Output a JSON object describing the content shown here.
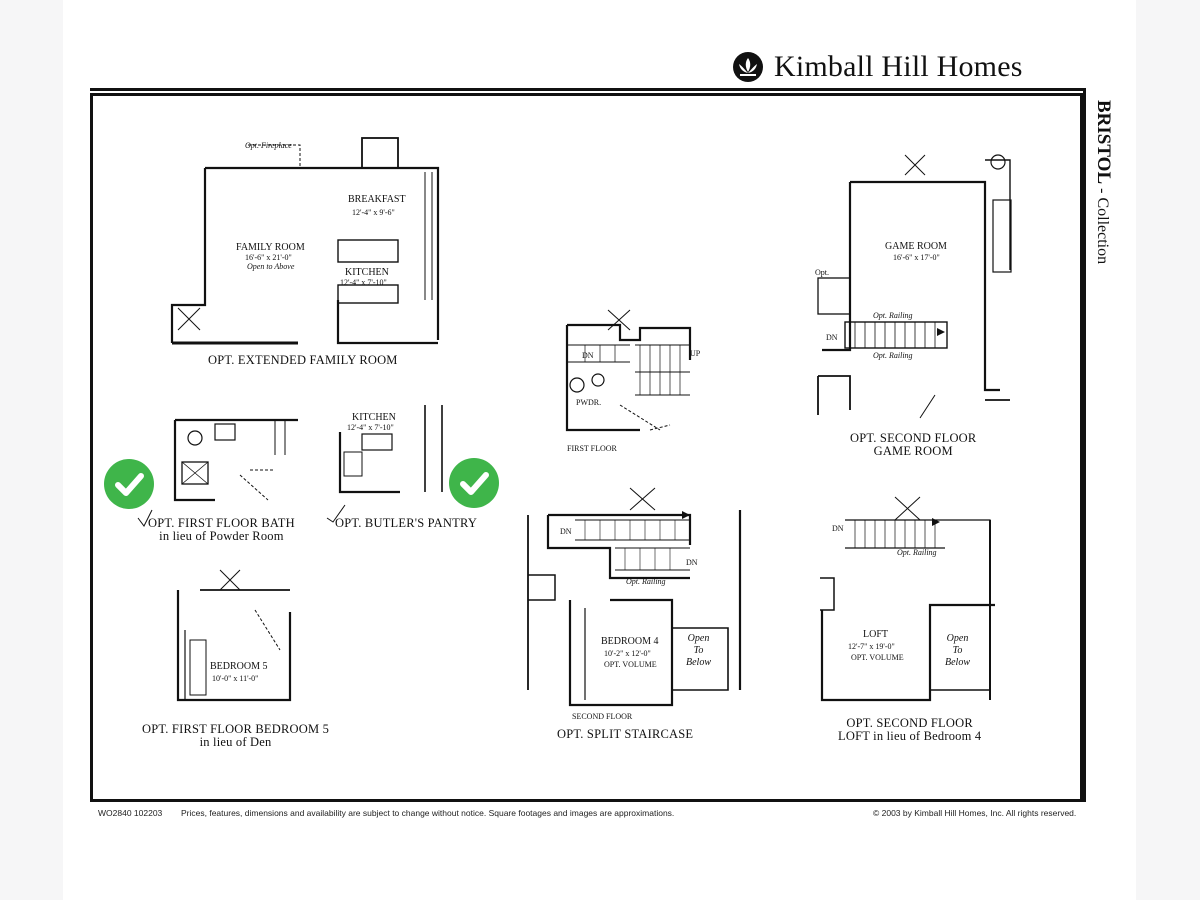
{
  "brand": {
    "name": "Kimball Hill Homes",
    "logo_icon": "lotus-icon"
  },
  "plan": {
    "title": "BRISTOL",
    "subtitle": " - Collection"
  },
  "sections": {
    "ext_family": {
      "caption": "OPT. EXTENDED FAMILY ROOM",
      "fireplace": "Opt. Fireplace",
      "breakfast": "BREAKFAST",
      "breakfast_dim": "12'-4\" x 9'-6\"",
      "family": "FAMILY ROOM",
      "family_dim": "16'-6\" x 21'-0\"",
      "family_note": "Open to Above",
      "kitchen": "KITCHEN",
      "kitchen_dim": "12'-4\" x 7'-10\""
    },
    "first_bath": {
      "caption_1": "OPT. FIRST FLOOR BATH",
      "caption_2": "in lieu of Powder Room"
    },
    "butler": {
      "caption": "OPT. BUTLER'S PANTRY",
      "kitchen": "KITCHEN",
      "kitchen_dim": "12'-4\" x 7'-10\""
    },
    "first_floor": {
      "caption": "FIRST FLOOR",
      "pwdr": "PWDR.",
      "dn": "DN",
      "up": "UP"
    },
    "game_room": {
      "caption_1": "OPT. SECOND FLOOR",
      "caption_2": "GAME ROOM",
      "room": "GAME ROOM",
      "room_dim": "16'-6\" x 17'-0\"",
      "opt": "Opt.",
      "railing_1": "Opt. Railing",
      "railing_2": "Opt. Railing",
      "dn": "DN"
    },
    "split": {
      "caption": "OPT. SPLIT STAIRCASE",
      "second_floor": "SECOND FLOOR",
      "dn_1": "DN",
      "dn_2": "DN",
      "railing": "Opt. Railing",
      "bedroom": "BEDROOM 4",
      "bedroom_dim": "10'-2\" x 12'-0\"",
      "volume": "OPT. VOLUME",
      "open_1": "Open",
      "open_2": "To",
      "open_3": "Below"
    },
    "bedroom5": {
      "caption_1": "OPT. FIRST FLOOR BEDROOM 5",
      "caption_2": "in lieu of Den",
      "room": "BEDROOM 5",
      "room_dim": "10'-0\" x 11'-0\""
    },
    "loft": {
      "caption_1": "OPT. SECOND FLOOR",
      "caption_2": "LOFT in lieu of Bedroom 4",
      "room": "LOFT",
      "room_dim": "12'-7\" x 19'-0\"",
      "volume": "OPT. VOLUME",
      "railing": "Opt. Railing",
      "dn": "DN",
      "open_1": "Open",
      "open_2": "To",
      "open_3": "Below"
    }
  },
  "footer": {
    "code": "WO2840  102203",
    "disclaimer": "Prices, features, dimensions and availability are subject to change without notice. Square footages and images are approximations.",
    "copyright": "© 2003 by Kimball Hill Homes, Inc.  All rights reserved."
  },
  "colors": {
    "check": "#3fb54a",
    "ink": "#111111",
    "page": "#ffffff",
    "margin": "#f6f6f7"
  },
  "icons": {
    "selected_option": "checkmark-icon"
  }
}
